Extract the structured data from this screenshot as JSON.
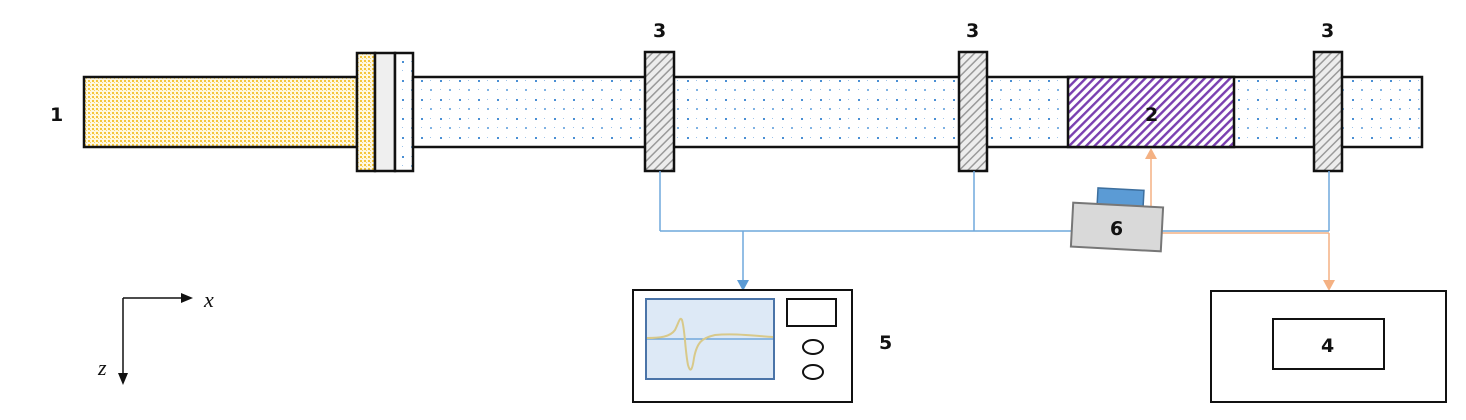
{
  "diagram": {
    "title": "",
    "labels": {
      "striker": "1",
      "specimen": "2",
      "strain_gauge": "3",
      "recorder": "4",
      "oscilloscope": "5",
      "device": "6"
    },
    "axes": {
      "x": "x",
      "z": "z"
    },
    "colors": {
      "striker": "#f5c53a",
      "bar_dots": "#4a8fd4",
      "specimen_hatch": "#7a3fb0",
      "gauge_hatch": "#9a9a9a",
      "signal_line": "#6fa8dc",
      "power_line": "#f4b183",
      "device_body": "#d9d9d9",
      "device_top": "#5b9bd5",
      "scope_screen": "#dde9f6",
      "waveform": "#d8c98a"
    }
  }
}
